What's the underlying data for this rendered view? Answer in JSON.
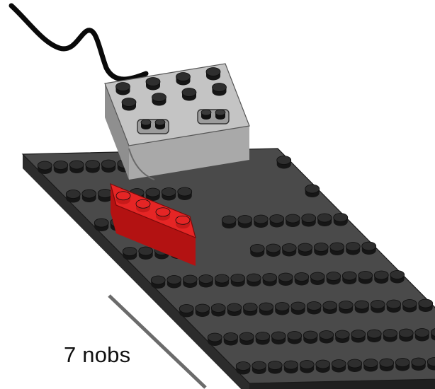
{
  "labels": {
    "length_label": "7 nobs"
  },
  "colors": {
    "baseplate_top": "#4a4a4a",
    "baseplate_side": "#2c2c2c",
    "baseplate_front": "#1f1f1f",
    "stud_top": "#2e2e2e",
    "stud_side": "#161616",
    "battery_box_top": "#c4c4c4",
    "battery_box_side": "#a9a9a9",
    "battery_box_front": "#8f8f8f",
    "battery_stud_top": "#b5b5b5",
    "battery_stud_side": "#6e6e6e",
    "red_brick_top": "#e52525",
    "red_brick_side": "#b31212",
    "red_stud": "#c81a1a",
    "cable": "#0a0a0a",
    "measure_line": "#6b6b6b"
  },
  "scene": {
    "baseplate_grid_rows": 16,
    "baseplate_grid_cols": 8,
    "red_brick_studs": 4,
    "battery_box_studs_rows": 2,
    "battery_box_studs_cols": 4
  }
}
